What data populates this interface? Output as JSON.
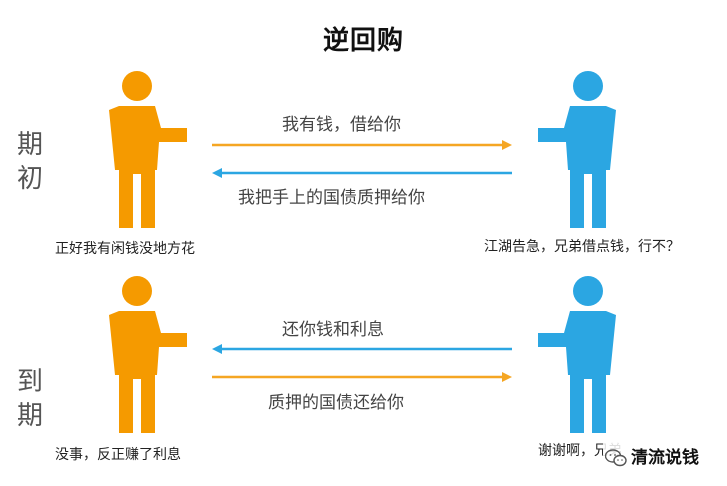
{
  "title": "逆回购",
  "phases": {
    "initial": [
      "期",
      "初"
    ],
    "maturity": [
      "到",
      "期"
    ]
  },
  "initial": {
    "message_to_right": "我有钱，借给你",
    "message_to_left": "我把手上的国债质押给你",
    "left_caption": "正好我有闲钱没地方花",
    "right_caption": "江湖告急，兄弟借点钱，行不？"
  },
  "maturity": {
    "message_to_left": "还你钱和利息",
    "message_to_right": "质押的国债还给你",
    "left_caption": "没事，反正赚了利息",
    "right_caption": "谢谢啊，兄弟"
  },
  "watermark": "清流说钱",
  "colors": {
    "lender": "#F59A00",
    "borrower": "#2BA6E2",
    "arrow_orange": "#F5A623",
    "arrow_blue": "#2BA6E2"
  }
}
